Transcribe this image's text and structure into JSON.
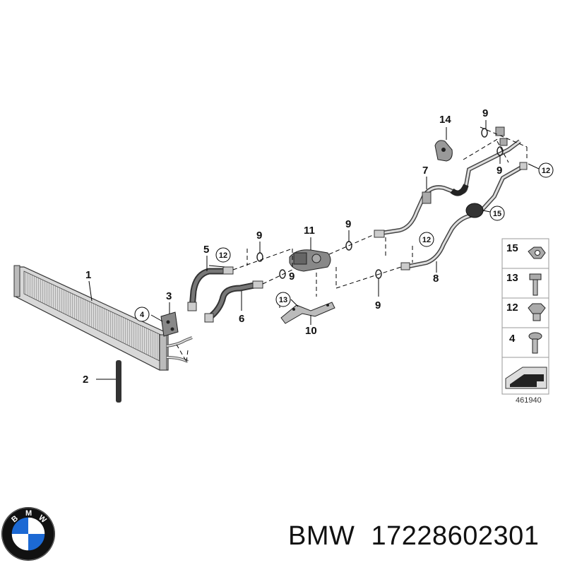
{
  "diagram": {
    "callouts": [
      {
        "id": "c1",
        "label": "1"
      },
      {
        "id": "c2",
        "label": "2"
      },
      {
        "id": "c3",
        "label": "3"
      },
      {
        "id": "c4",
        "label": "4"
      },
      {
        "id": "c5",
        "label": "5"
      },
      {
        "id": "c6",
        "label": "6"
      },
      {
        "id": "c7",
        "label": "7"
      },
      {
        "id": "c8",
        "label": "8"
      },
      {
        "id": "c9a",
        "label": "9"
      },
      {
        "id": "c9b",
        "label": "9"
      },
      {
        "id": "c9c",
        "label": "9"
      },
      {
        "id": "c9d",
        "label": "9"
      },
      {
        "id": "c9e",
        "label": "9"
      },
      {
        "id": "c9f",
        "label": "9"
      },
      {
        "id": "c10",
        "label": "10"
      },
      {
        "id": "c11",
        "label": "11"
      },
      {
        "id": "c12a",
        "label": "12"
      },
      {
        "id": "c12b",
        "label": "12"
      },
      {
        "id": "c12c",
        "label": "12"
      },
      {
        "id": "c13",
        "label": "13"
      },
      {
        "id": "c14",
        "label": "14"
      },
      {
        "id": "c15",
        "label": "15"
      }
    ],
    "legend": [
      {
        "label": "15",
        "part": "flange-nut"
      },
      {
        "label": "13",
        "part": "hex-bolt"
      },
      {
        "label": "12",
        "part": "collar-nut"
      },
      {
        "label": "4",
        "part": "torx-screw"
      }
    ],
    "reference_number": "461940"
  },
  "brand": {
    "logo_letters": [
      "B",
      "M",
      "W"
    ],
    "colors": {
      "blue": "#1c69d4",
      "ring": "#111111",
      "white": "#ffffff"
    }
  },
  "caption": {
    "brand": "BMW",
    "part_number": "17228602301"
  }
}
